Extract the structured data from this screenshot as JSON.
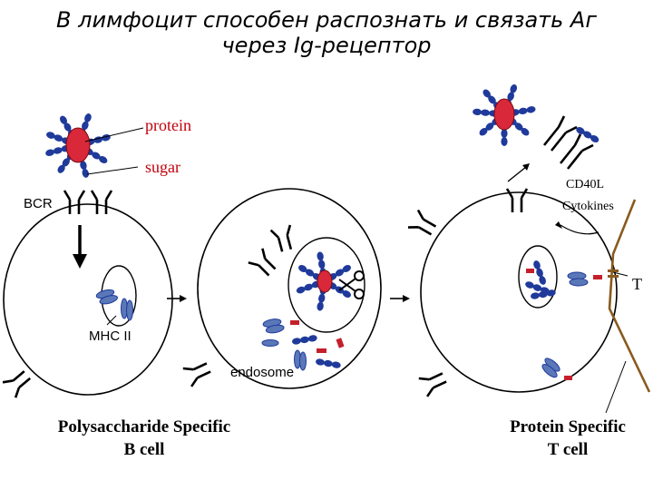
{
  "title": {
    "line1": "В лимфоцит способен распознать и связать Аг",
    "line2": "через Ig-рецептор"
  },
  "labels": {
    "protein": "protein",
    "sugar": "sugar",
    "bcr": "BCR",
    "mhc2": "MHC II",
    "endosome": "endosome",
    "cd40l": "CD40L",
    "cytokines": "Cytokines",
    "t": "T"
  },
  "captions": {
    "left_line1": "Polysaccharide Specific",
    "left_line2": "B cell",
    "right_line1": "Protein Specific",
    "right_line2": "T cell"
  },
  "colors": {
    "protein_red": "#d8283a",
    "sugar_blue": "#1f3a9b",
    "mhc_blue": "#5a78b8",
    "fragment_red": "#c4202c",
    "label_red": "#c0000c",
    "t_cell_brown": "#8a5a1e"
  }
}
